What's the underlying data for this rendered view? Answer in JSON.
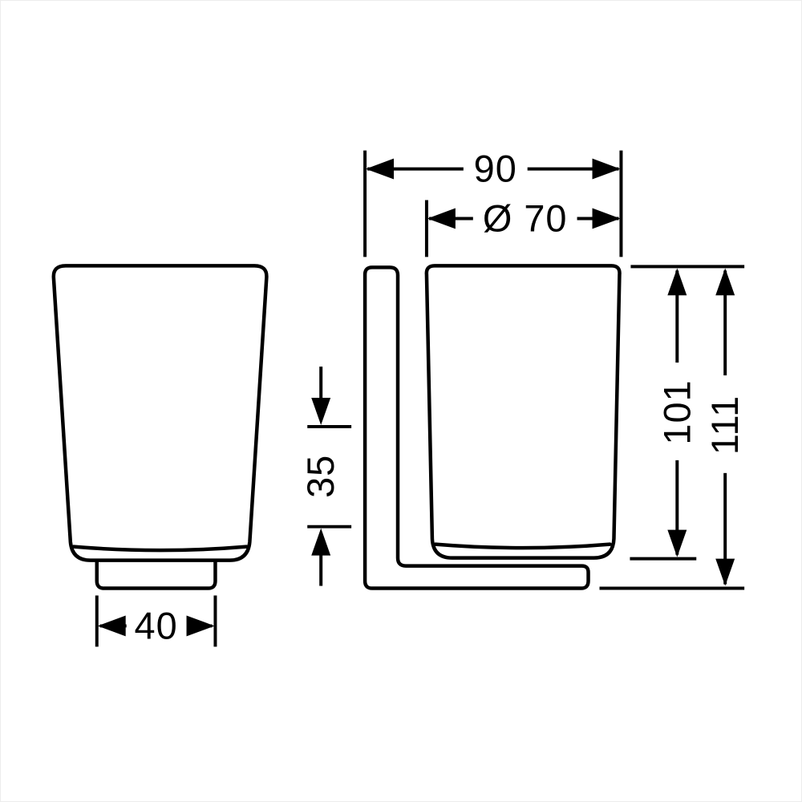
{
  "drawing": {
    "type": "technical-dimension-drawing",
    "views": {
      "front": "tumbler front view with holder base",
      "side": "tumbler in wall holder, side view"
    },
    "dimensions": {
      "overall_depth": "90",
      "diameter": "Ø 70",
      "holder_offset": "35",
      "glass_height": "101",
      "overall_height": "111",
      "base_width": "40"
    },
    "colors": {
      "line": "#000000",
      "background": "#ffffff"
    }
  }
}
